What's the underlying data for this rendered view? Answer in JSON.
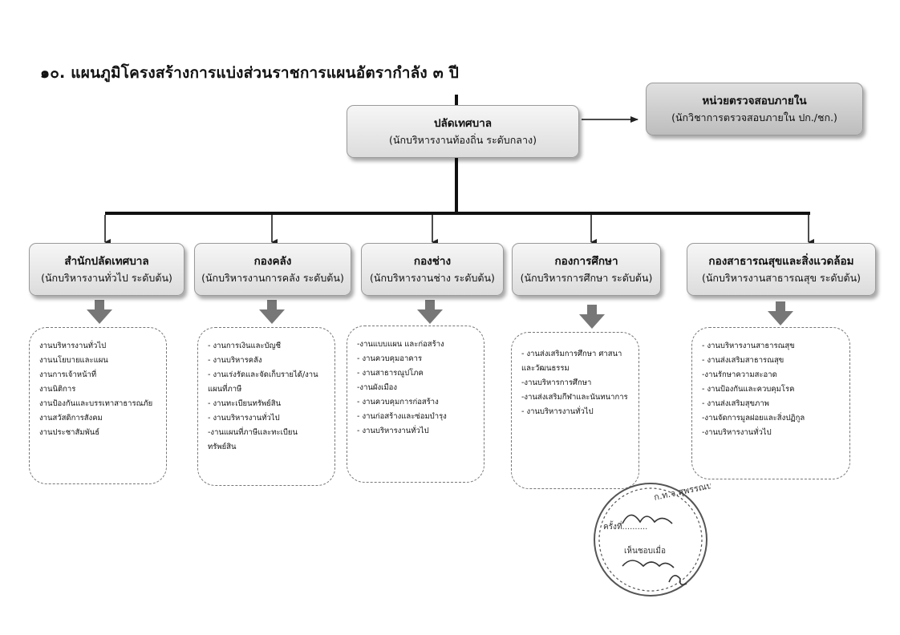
{
  "title": "๑๐. แผนภูมิโครงสร้างการแบ่งส่วนราชการแผนอัตรากำลัง ๓ ปี",
  "top": {
    "name": "ปลัดเทศบาล",
    "position": "(นักบริหารงานท้องถิ่น ระดับกลาง)"
  },
  "audit": {
    "name": "หน่วยตรวจสอบภายใน",
    "position": "(นักวิชาการตรวจสอบภายใน ปก./ชก.)"
  },
  "departments": [
    {
      "name": "สำนักปลัดเทศบาล",
      "position": "(นักบริหารงานทั่วไป ระดับต้น)",
      "tasks": [
        "งานบริหารงานทั่วไป",
        "งานนโยบายและแผน",
        "งานการเจ้าหน้าที่",
        "งานนิติการ",
        "งานป้องกันและบรรเทาสาธารณภัย",
        "งานสวัสดิการสังคม",
        "งานประชาสัมพันธ์"
      ]
    },
    {
      "name": "กองคลัง",
      "position": "(นักบริหารงานการคลัง ระดับต้น)",
      "tasks": [
        "- งานการเงินและบัญชี",
        "- งานบริหารคลัง",
        "- งานเร่งรัดและจัดเก็บรายได้/งาน",
        "แผนที่ภาษี",
        "- งานทะเบียนทรัพย์สิน",
        "- งานบริหารงานทั่วไป",
        "-งานแผนที่ภาษีและทะเบียน",
        "ทรัพย์สิน"
      ]
    },
    {
      "name": "กองช่าง",
      "position": "(นักบริหารงานช่าง ระดับต้น)",
      "tasks": [
        "-งานแบบแผน และก่อสร้าง",
        "- งานควบคุมอาคาร",
        "- งานสาธารณูปโภค",
        "-งานผังเมือง",
        "- งานควบคุมการก่อสร้าง",
        "- งานก่อสร้างและซ่อมบำรุง",
        "- งานบริหารงานทั่วไป"
      ]
    },
    {
      "name": "กองการศึกษา",
      "position": "(นักบริหารการศึกษา ระดับต้น)",
      "tasks": [
        "- งานส่งเสริมการศึกษา ศาสนา",
        "และวัฒนธรรม",
        "-งานบริหารการศึกษา",
        "-งานส่งเสริมกีฬาและนันทนาการ",
        "- งานบริหารงานทั่วไป"
      ]
    },
    {
      "name": "กองสาธารณสุขและสิ่งแวดล้อม",
      "position": "(นักบริหารงานสาธารณสุข ระดับต้น)",
      "tasks": [
        "- งานบริหารงานสาธารณสุข",
        "- งานส่งเสริมสาธารณสุข",
        "-งานรักษาความสะอาด",
        "- งานป้องกันและควบคุมโรค",
        "- งานส่งเสริมสุขภาพ",
        "-งานจัดการมูลฝอยและสิ่งปฏิกูล",
        "-งานบริหารงานทั่วไป"
      ]
    }
  ],
  "stamp": {
    "text": "ก.ท.จ.สุพรรณบุรี ครั้งที่ เห็นชอบเมื่อ"
  },
  "colors": {
    "box": "#e6e6e6",
    "audit": "#c8c8c8",
    "arrow": "#7a7a7a",
    "line": "#111111"
  }
}
